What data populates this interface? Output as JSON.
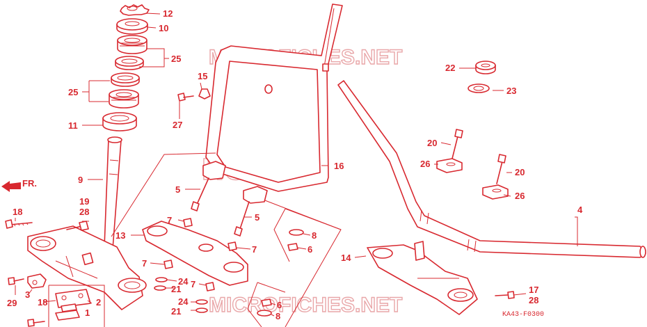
{
  "diagram": {
    "code": "KA43-F0300",
    "front_indicator": "FR.",
    "watermarks": {
      "top": "MICROFICHES.NET",
      "center": "HONDA",
      "bottom": "MICROFICHES.NET"
    },
    "callouts": [
      "1",
      "2",
      "3",
      "4",
      "5",
      "5",
      "6",
      "6",
      "7",
      "7",
      "7",
      "7",
      "7",
      "8",
      "8",
      "9",
      "10",
      "11",
      "12",
      "13",
      "14",
      "15",
      "16",
      "17",
      "18",
      "18",
      "19",
      "20",
      "20",
      "21",
      "21",
      "22",
      "23",
      "24",
      "24",
      "25",
      "25",
      "26",
      "26",
      "27",
      "28",
      "28",
      "29"
    ],
    "colors": {
      "line": "#d8282f",
      "watermark": "#e9a7a9",
      "background": "#ffffff"
    }
  }
}
